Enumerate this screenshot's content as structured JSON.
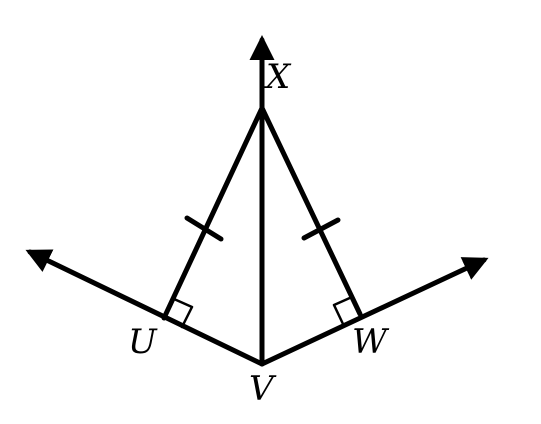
{
  "diagram": {
    "points": {
      "U": "U",
      "V": "V",
      "W": "W",
      "X": "X"
    },
    "colors": {
      "stroke": "#000000",
      "background": "#ffffff"
    }
  }
}
